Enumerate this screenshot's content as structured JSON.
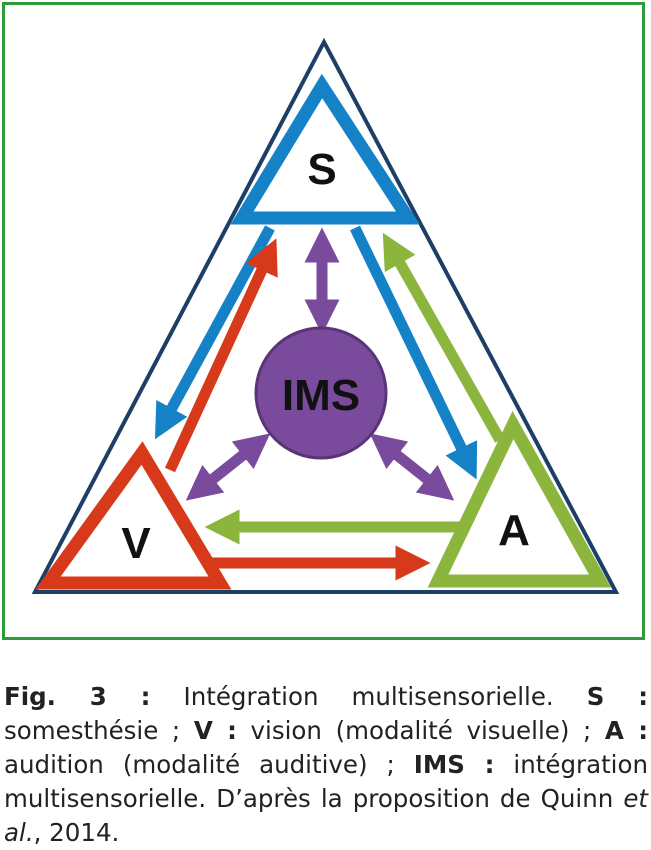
{
  "colors": {
    "frame": "#2e9a3a",
    "outer_triangle": "#1d3f66",
    "somesthesia": "#1582c8",
    "vision": "#d63a1a",
    "audition": "#8bb53d",
    "integration": "#7a4a9c"
  },
  "nodes": {
    "s_label": "S",
    "v_label": "V",
    "a_label": "A",
    "ims_label": "IMS"
  },
  "caption": {
    "fig_label": "Fig. 3 :",
    "intro": " Intégration multisensorielle. ",
    "s_key": "S :",
    "s_text": " somesthésie ; ",
    "v_key": "V :",
    "v_text": " vision (modalité visuelle) ; ",
    "a_key": "A :",
    "a_text": " audition (modalité auditive) ; ",
    "ims_key": "IMS :",
    "ims_text": " intégration multisensorielle. D’après la proposition de Quinn ",
    "etal": "et al.",
    "year": ", 2014."
  }
}
